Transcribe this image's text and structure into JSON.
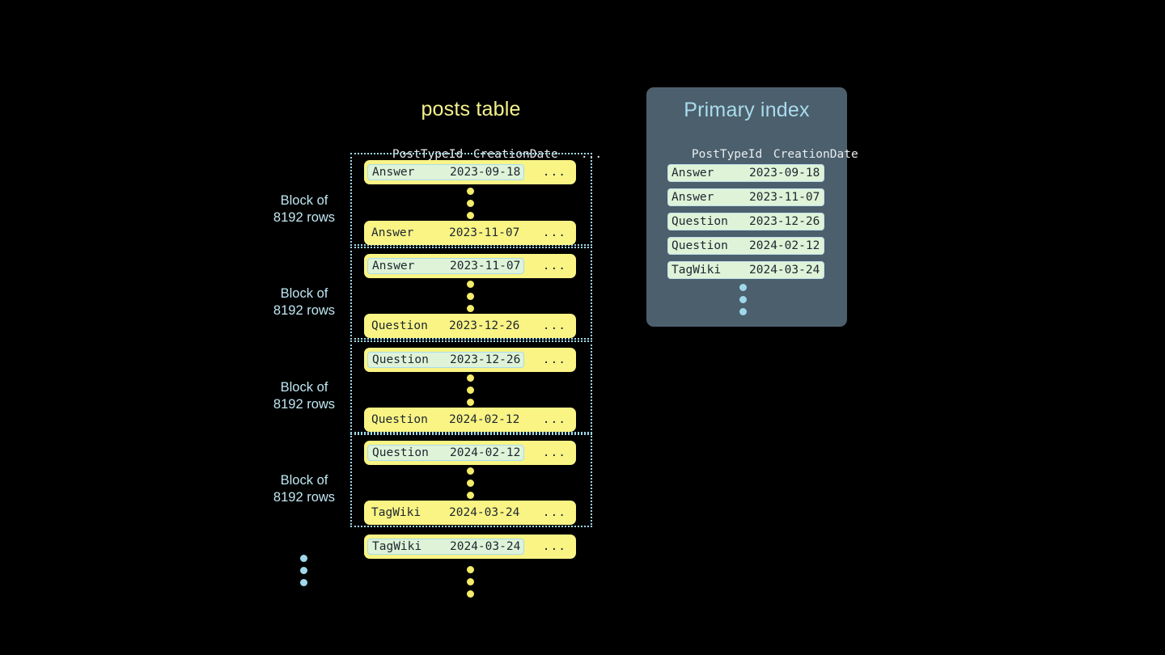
{
  "diagram": {
    "background_color": "#000000",
    "accent_yellow": "#f9f484",
    "accent_blue": "#9fd8ea",
    "mark_green": "#dff3d8",
    "panel_bg": "#4c5f6d"
  },
  "posts_table": {
    "title": "posts table",
    "columns": [
      "PostTypeId",
      "CreationDate",
      "..."
    ],
    "row_overflow_glyph": "...",
    "blocks": [
      {
        "label_line1": "Block of",
        "label_line2": "8192 rows",
        "first_row": {
          "post_type_id": "Answer",
          "creation_date": "2023-09-18",
          "more": "...",
          "marked": true
        },
        "last_row": {
          "post_type_id": "Answer",
          "creation_date": "2023-11-07",
          "more": "...",
          "marked": false
        }
      },
      {
        "label_line1": "Block of",
        "label_line2": "8192 rows",
        "first_row": {
          "post_type_id": "Answer",
          "creation_date": "2023-11-07",
          "more": "...",
          "marked": true
        },
        "last_row": {
          "post_type_id": "Question",
          "creation_date": "2023-12-26",
          "more": "...",
          "marked": false
        }
      },
      {
        "label_line1": "Block of",
        "label_line2": "8192 rows",
        "first_row": {
          "post_type_id": "Question",
          "creation_date": "2023-12-26",
          "more": "...",
          "marked": true
        },
        "last_row": {
          "post_type_id": "Question",
          "creation_date": "2024-02-12",
          "more": "...",
          "marked": false
        }
      },
      {
        "label_line1": "Block of",
        "label_line2": "8192 rows",
        "first_row": {
          "post_type_id": "Question",
          "creation_date": "2024-02-12",
          "more": "...",
          "marked": true
        },
        "last_row": {
          "post_type_id": "TagWiki",
          "creation_date": "2024-03-24",
          "more": "...",
          "marked": false
        }
      }
    ],
    "trailing_row": {
      "post_type_id": "TagWiki",
      "creation_date": "2024-03-24",
      "more": "...",
      "marked": true
    }
  },
  "primary_index": {
    "title": "Primary index",
    "columns": [
      "PostTypeId",
      "CreationDate"
    ],
    "entries": [
      {
        "post_type_id": "Answer",
        "creation_date": "2023-09-18"
      },
      {
        "post_type_id": "Answer",
        "creation_date": "2023-11-07"
      },
      {
        "post_type_id": "Question",
        "creation_date": "2023-12-26"
      },
      {
        "post_type_id": "Question",
        "creation_date": "2024-02-12"
      },
      {
        "post_type_id": "TagWiki",
        "creation_date": "2024-03-24"
      }
    ]
  }
}
